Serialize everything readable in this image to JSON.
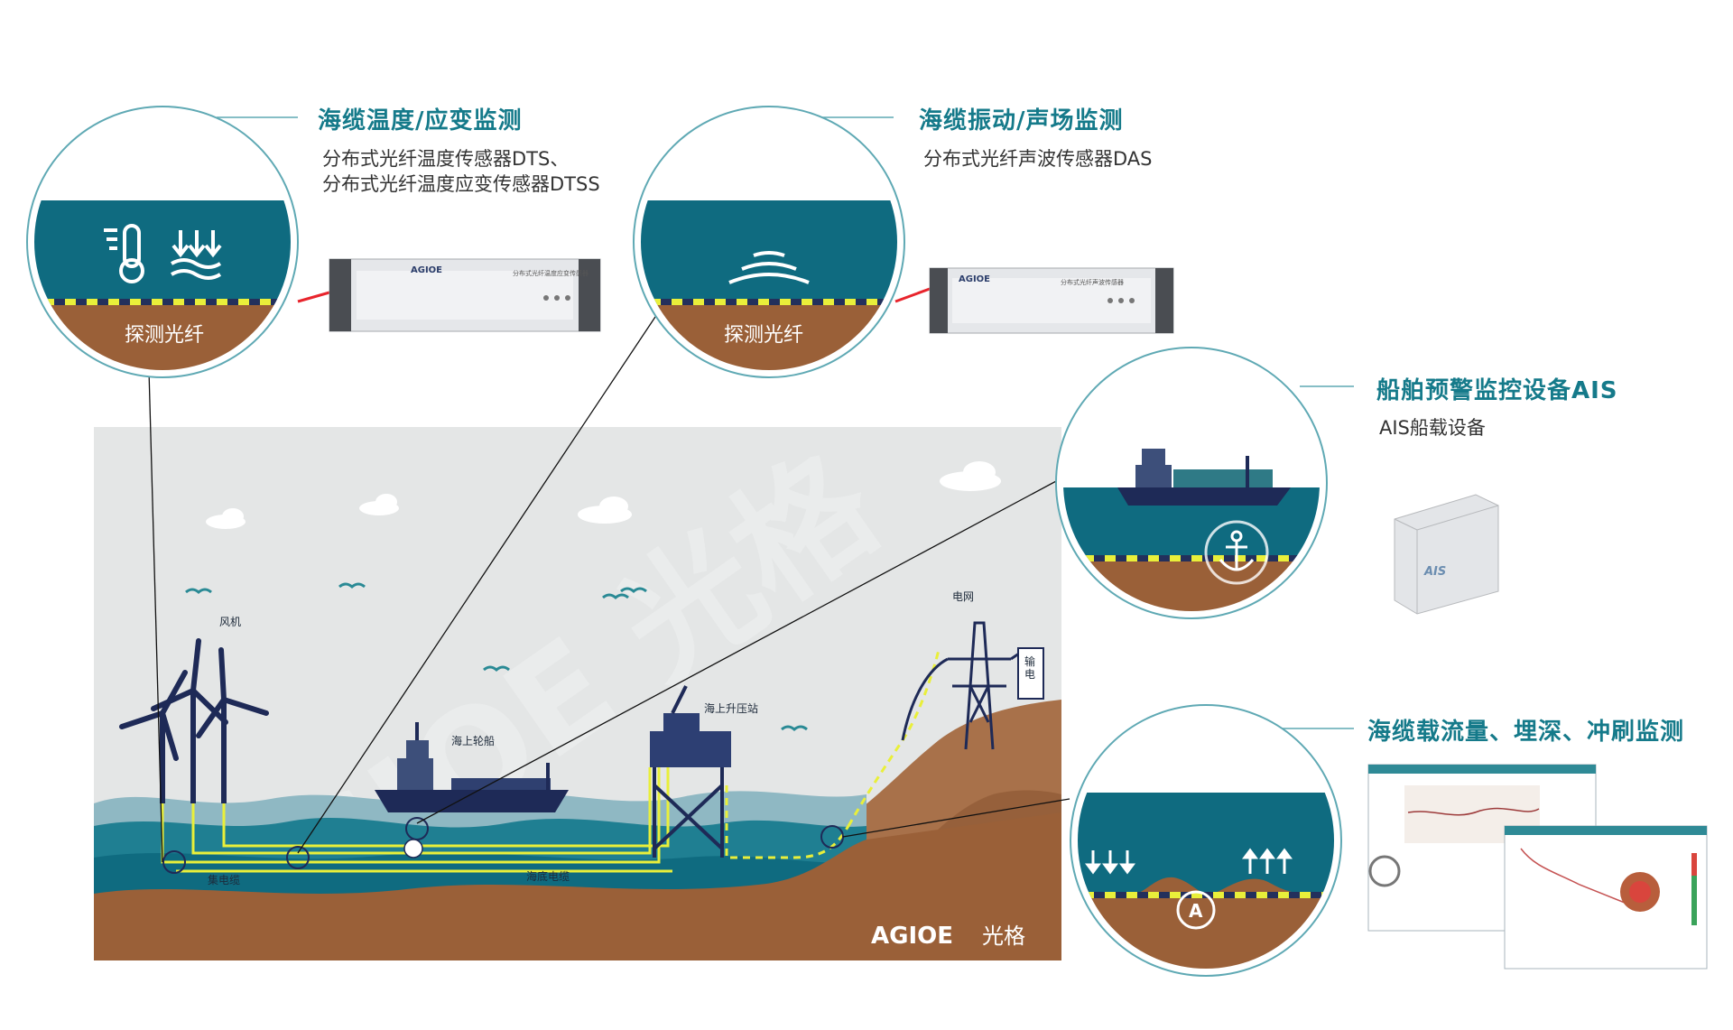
{
  "brand": {
    "logo_en": "AGIOE",
    "logo_cn": "光格",
    "watermark": "AGIOE 光格",
    "device_badge_1": "AGIOE",
    "device_badge_2": "AGIOE",
    "device_text_1": "分布式光纤温度应变传感器",
    "device_text_2": "分布式光纤声波传感器",
    "ais_label": "AIS"
  },
  "sections": {
    "temp_strain": {
      "title": "海缆温度/应变监测",
      "desc_line1": "分布式光纤温度传感器DTS、",
      "desc_line2": "分布式光纤温度应变传感器DTSS",
      "circle_label": "探测光纤",
      "icons": [
        "thermometer-icon",
        "water-temperature-icon"
      ]
    },
    "vibration": {
      "title": "海缆振动/声场监测",
      "desc": "分布式光纤声波传感器DAS",
      "circle_label": "探测光纤",
      "icons": [
        "sound-wave-icon"
      ]
    },
    "ais": {
      "title": "船舶预警监控设备AIS",
      "desc": "AIS船载设备",
      "icons": [
        "ship-icon",
        "anchor-icon"
      ]
    },
    "current_burial": {
      "title": "海缆载流量、埋深、冲刷监测",
      "icons": [
        "arrows-down-icon",
        "arrows-up-icon",
        "a-mark-icon"
      ]
    }
  },
  "scene_labels": {
    "wind_turbine": "风机",
    "ship": "海上轮船",
    "substation": "海上升压站",
    "grid": "电网",
    "transmission": "输电",
    "collector_cable": "集电缆",
    "submarine_cable": "海底电缆"
  },
  "colors": {
    "teal_title": "#157a8a",
    "sea_dark": "#0f6b80",
    "seabed": "#9a6038",
    "cable_yellow": "#e9ef3a",
    "fiber_red": "#e8242c",
    "circle_border": "#5fa9b4",
    "navy": "#1e2a57"
  }
}
